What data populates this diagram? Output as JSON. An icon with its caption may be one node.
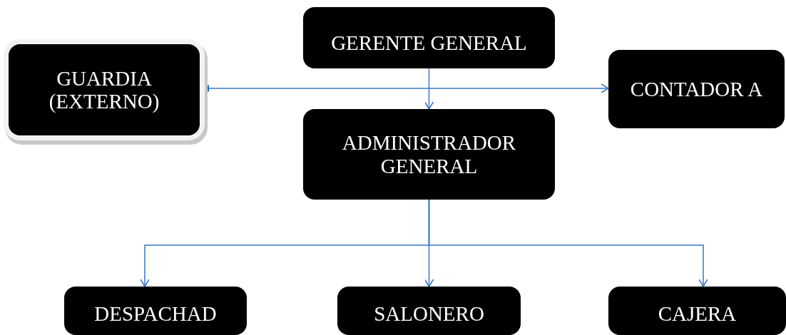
{
  "diagram": {
    "nodes": [
      {
        "text": [
          "GERENTE GENERAL"
        ]
      },
      {
        "text": [
          "GUARDIA (EXTERNO)"
        ]
      },
      {
        "text": [
          "CONTADOR A"
        ]
      },
      {
        "text": [
          "ADMINISTRADOR GENERAL"
        ]
      },
      {
        "text": [
          "DESPACHAD"
        ]
      },
      {
        "text": [
          "SALONERO"
        ]
      },
      {
        "text": [
          "CAJERA"
        ]
      }
    ],
    "edges": [
      {
        "from": 0,
        "to": 3,
        "arrow": "to"
      },
      {
        "from": 1,
        "to": 2,
        "arrow": "both"
      },
      {
        "from": 3,
        "to": 4,
        "arrow": "to"
      },
      {
        "from": 3,
        "to": 5,
        "arrow": "to"
      },
      {
        "from": 3,
        "to": 6,
        "arrow": "to"
      }
    ]
  }
}
